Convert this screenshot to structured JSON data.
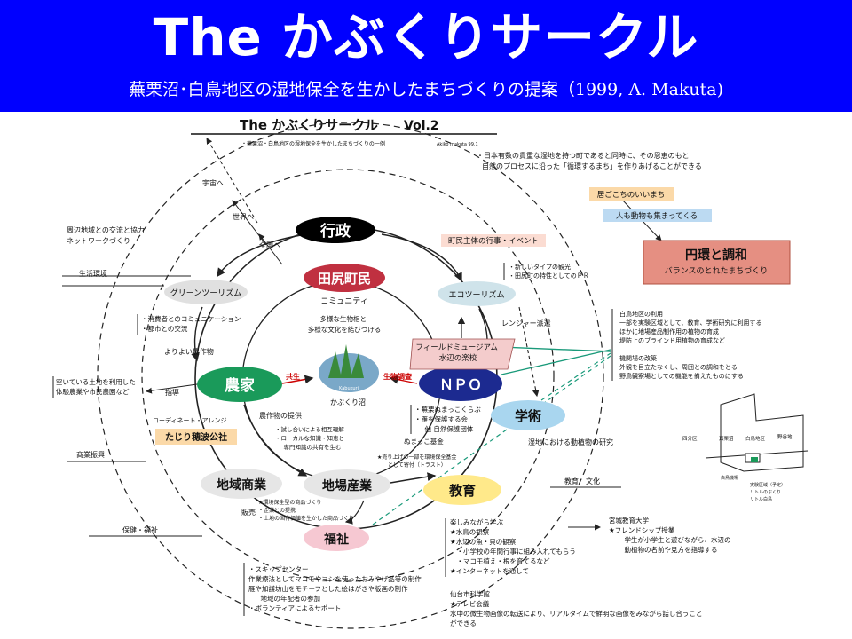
{
  "header": {
    "title": "The かぶくりサークル",
    "subtitle": "蕪栗沼･白鳥地区の湿地保全を生かしたまちづくりの提案（1999, A. Makuta)"
  },
  "diagram": {
    "doc_title": "The かぶくりサークル",
    "version": "Vol.2",
    "doc_subtitle": "・蕪栗沼・白鳥地区の湿地保全を生かしたまちづくりの一例",
    "author": "Akiko makuta 99.1",
    "center": {
      "caption": "多様な生物相と\n多様な文化を結びつける",
      "logo_text": "Kabukuri",
      "label": "かぶくり沼"
    },
    "nodes": {
      "gyousei": "行政",
      "tajiri": "田尻町民",
      "community": "コミュニティ",
      "nouka": "農家",
      "npo": "ＮＰＯ",
      "gakujutsu": "学術",
      "kyouiku": "教育",
      "fukushi": "福祉",
      "chiiki_shougyou": "地域商業",
      "jiba_sangyou": "地場産業",
      "green_tourism": "グリーンツーリズム",
      "eco_tourism": "エコツーリズム",
      "tajiri_corp": "たじり穂波公社"
    },
    "vision": {
      "intro": "・日本有数の貴重な湿地を持つ町であると同時に、その恩恵のもと\n自然のプロセスに沿った「循環するまち」を作りあげることができる",
      "comfortable": "居ごこちのいいまち",
      "people_animals": "人も動物も集まってくる",
      "harmony_title": "円環と調和",
      "harmony_sub": "バランスのとれたまちづくり"
    },
    "labels": {
      "uchuu": "宇宙へ",
      "sekai": "世界へ",
      "zenkoku": "全国へ",
      "regional": "周辺地域との交流と協力\nネットワークづくり",
      "seikatsu": "生活環境",
      "consumer": "・消費者とのコミュニケーション\n・都市との交流",
      "better_crops": "よりよい農作物",
      "vacant_land": "空いている土地を利用した\n体験農業や市民農園など",
      "shidou": "指導",
      "coordinate": "コーディネート・アレンジ",
      "shougyou_shinkou": "商業振興",
      "hoken_fukushi": "保健・福祉",
      "hanbai": "販売",
      "kyousei": "共生",
      "seibutsu_chousa": "生物調査",
      "crop_supply": "農作物の提供",
      "trial": "・試し合いによる相互理解\n・ローカルな知識・知恵と\n　専門知識の共有を生む",
      "chomin_events": "町民主体の行事・イベント",
      "new_tourism": "・新しいタイプの観光\n・田尻町の特性としてのＰＲ",
      "ranger": "レンジャー派遣",
      "field_museum": "フィールドミュージアム\n水辺の楽校",
      "npo_groups": "・蕪栗ぬまっこくらぶ\n・雁を保護する会\n　他 自然保護団体",
      "fund": "ぬまっこ基金",
      "donation": "★売り上げの一部を環境保全基金\n　として寄付（トラスト）",
      "wetland_research": "湿地における動植物の研究",
      "kyouiku_bunka": "教育　文化",
      "shop_items": "★環境保全型の商品づくり\n・企業との提携\n・土地の固有価値を生かした商品づくり",
      "shiratori_use": "白鳥地区の利用\n一部を実験区域として、教育、学術研究に利用する\nほかに地場産品制作用の植物の育成\n堤防上のブラインド用植物の育成など",
      "facility": "機関場の改築\n外観を目立たなくし、周囲との調和をとる\n野鳥観察場としての機能を備えたものにする",
      "education_list": "楽しみながら学ぶ\n★水鳥の観察\n★水辺の魚・貝の観察\n　・小学校の年間行事に組み入れてもらう\n　・マコモ植え・根を育てるなど\n★インターネットを通して",
      "miyagi_univ": "宮城教育大学\n★フレンドシップ授業\n　学生が小学生と遊びながら、水辺の\n　動植物の名前や見方を指導する",
      "sendai_museum": "仙台市科学館\n★テレビ会議\n水中の微生物画像の転送により、リアルタイムで鮮明な画像をみながら話し合うこと\nができる",
      "welfare_list": "・スキップセンター\n作業療法としてマコモやヨシを使ったおみやげ品等の制作\n雁や加護坊山をモチーフとした絵はがきや版画の制作\n　地域の年配者の参加\n・ボランティアによるサポート"
    },
    "map": {
      "shikaku": "四分区",
      "kabukuri": "蕪栗沼",
      "shiratori": "白鳥地区",
      "nohira": "野谷地",
      "shiratori_mae": "白鳥機場",
      "experiment": "実験区域（予定）\nリトルのぶくり\nリトル白鳥"
    }
  }
}
